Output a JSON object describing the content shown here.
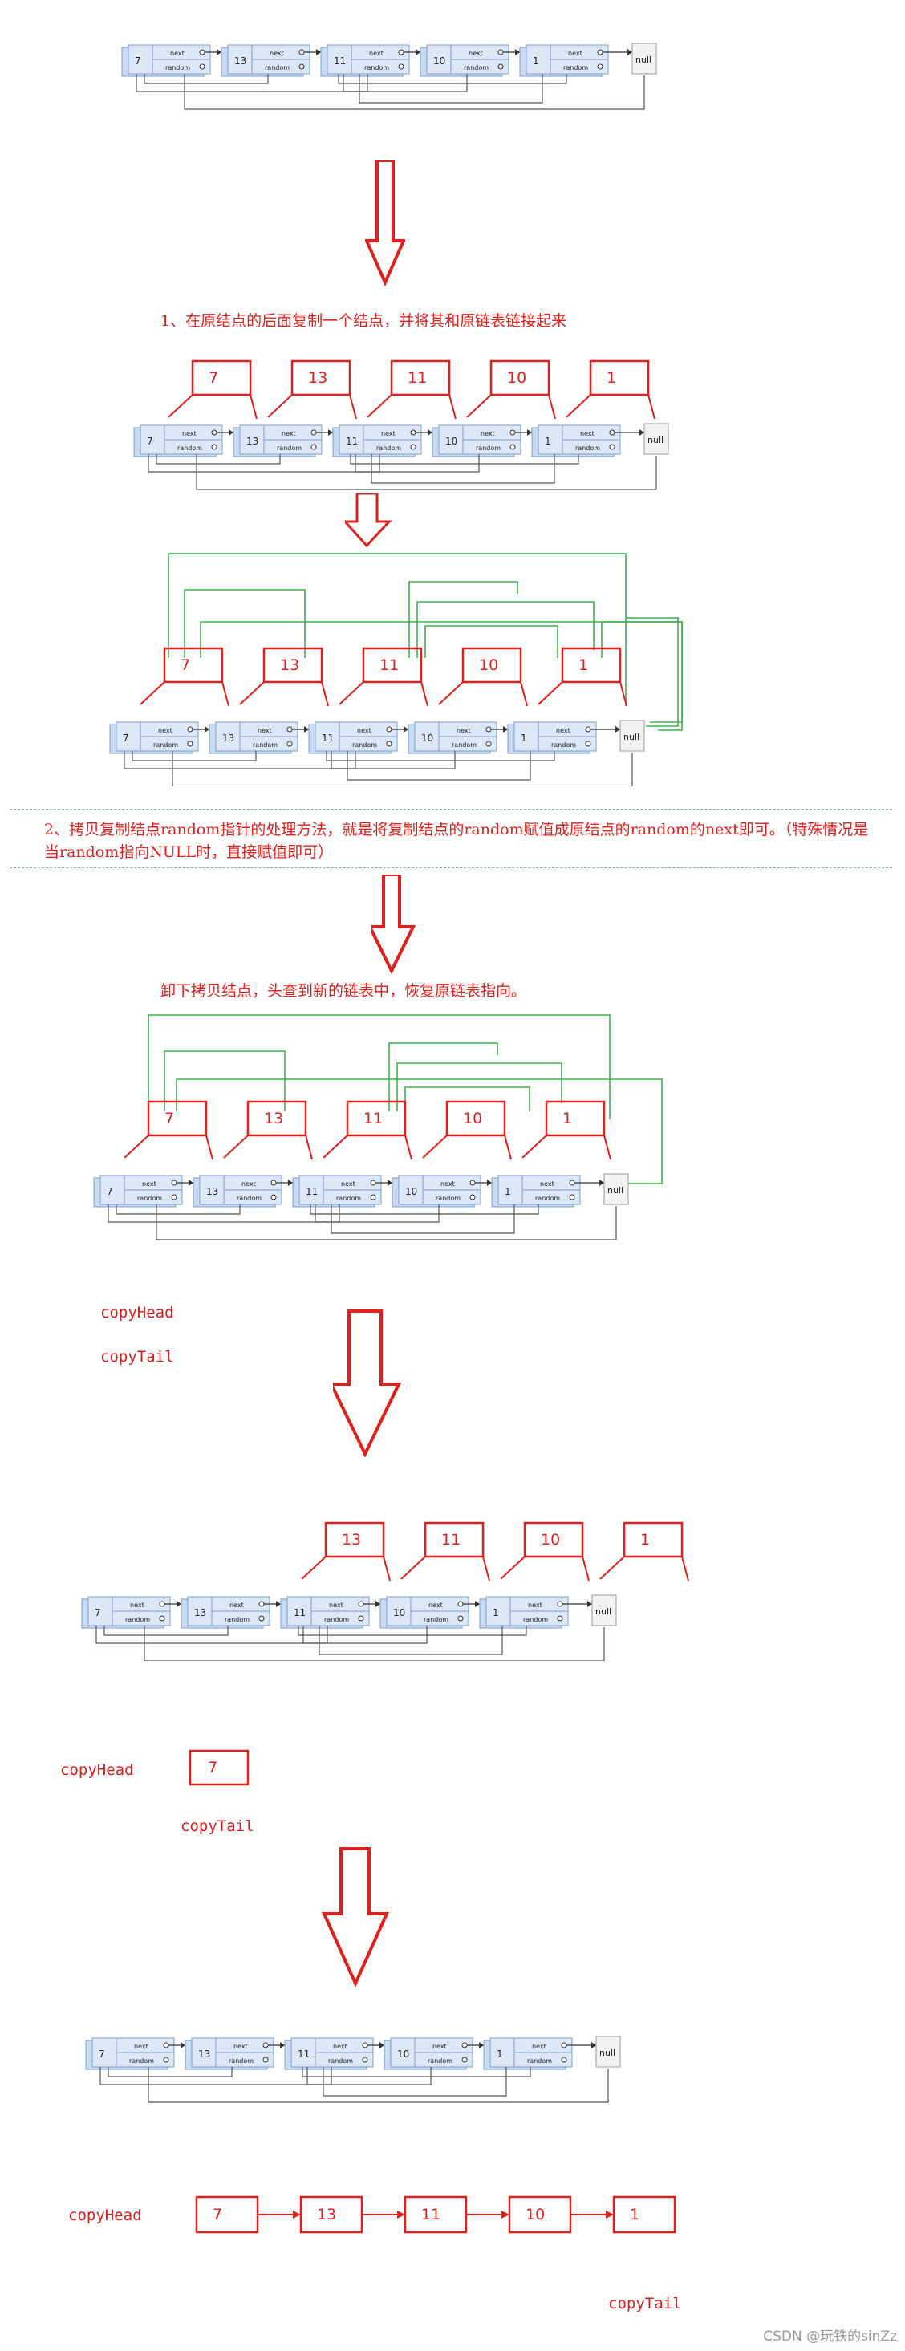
{
  "node_values": [
    "7",
    "13",
    "11",
    "10",
    "1"
  ],
  "null_label": "null",
  "next_label": "next",
  "random_label": "random",
  "step1_text": "1、在原结点的后面复制一个结点，并将其和原链表链接起来",
  "step2_text": "2、拷贝复制结点random指针的处理方法，就是将复制结点的random赋值成原结点的random的next即可。（特殊情况是当random指向NULL时，直接赋值即可）",
  "step3_text": "卸下拷贝结点，头查到新的链表中，恢复原链表指向。",
  "copy_head_label": "copyHead",
  "copy_tail_label": "copyTail",
  "watermark": "CSDN @玩铁的sinZz",
  "colors": {
    "red": "#e0201c",
    "green": "#3bb34a",
    "node_fill": "#dce8f8",
    "node_stroke": "#7d9cc7"
  }
}
